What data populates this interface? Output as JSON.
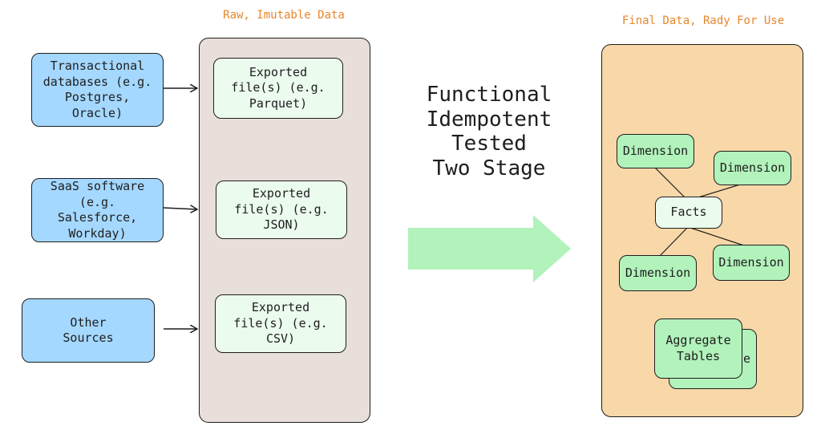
{
  "headings": {
    "raw": "Raw, Imutable Data",
    "final": "Final Data, Rady For Use"
  },
  "sources": [
    {
      "label": "Transactional databases (e.g. Postgres, Oracle)"
    },
    {
      "label": "SaaS software (e.g. Salesforce, Workday)"
    },
    {
      "label": "Other Sources"
    }
  ],
  "files": [
    {
      "label": "Exported file(s) (e.g. Parquet)"
    },
    {
      "label": "Exported file(s) (e.g. JSON)"
    },
    {
      "label": "Exported file(s) (e.g. CSV)"
    }
  ],
  "principles": [
    "Functional",
    "Idempotent",
    "Tested",
    "Two Stage"
  ],
  "model": {
    "facts": "Facts",
    "dimensions": [
      "Dimension",
      "Dimension",
      "Dimension",
      "Dimension"
    ],
    "aggregate": "Aggregate Tables",
    "aggregate_shadow": "e"
  },
  "colors": {
    "source_fill": "#a5d8ff",
    "raw_panel": "#e8dfda",
    "final_panel": "#f8d8a8",
    "file_fill": "#ebfbee",
    "model_fill": "#b2f2bb",
    "arrow_fill": "#b2f2bb",
    "heading_text": "#e8862a"
  }
}
